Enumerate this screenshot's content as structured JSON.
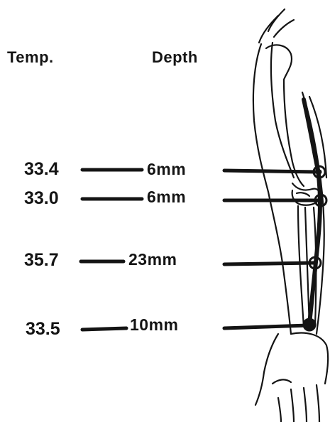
{
  "headers": {
    "temp": "Temp.",
    "depth": "Depth"
  },
  "measurements": [
    {
      "temp": "33.4",
      "depth": "6mm"
    },
    {
      "temp": "33.0",
      "depth": "6mm"
    },
    {
      "temp": "35.7",
      "depth": "23mm"
    },
    {
      "temp": "33.5",
      "depth": "10mm"
    }
  ],
  "colors": {
    "ink": "#141414",
    "background": "#ffffff"
  }
}
